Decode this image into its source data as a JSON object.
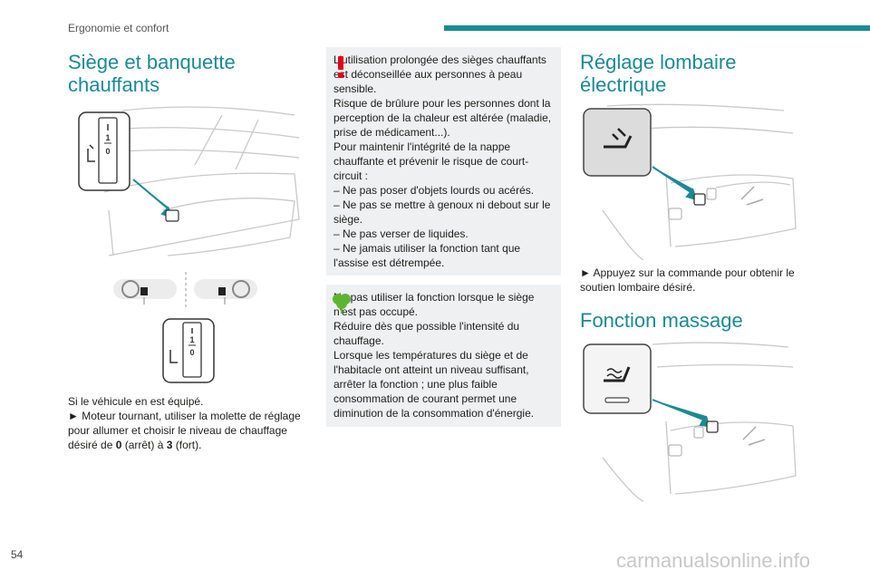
{
  "header": {
    "section": "Ergonomie et confort"
  },
  "page_number": "54",
  "watermark": "carmanualsonline.info",
  "colors": {
    "accent": "#1b8a95",
    "warning": "#e3001b",
    "eco": "#5cb531",
    "box_bg": "#eef0f1"
  },
  "heated": {
    "title": "Siège et banquette chauffants",
    "dial_top": "1",
    "dial_bottom": "0",
    "intro": "Si le véhicule en est équipé.",
    "instr_pre": "► Moteur tournant, utiliser la molette de réglage pour allumer et choisir le niveau de chauffage désiré de ",
    "level_off": "0",
    "mid_off": " (arrêt) à ",
    "level_max": "3",
    "mid_max": " (fort)."
  },
  "warning_box": {
    "icon": "exclamation-icon",
    "line1": "L'utilisation prolongée des sièges chauffants est déconseillée aux personnes à peau sensible.",
    "line2": "Risque de brûlure pour les personnes dont la perception de la chaleur est altérée (maladie, prise de médicament...).",
    "line3": "Pour maintenir l'intégrité de la nappe chauffante et prévenir le risque de court-circuit :",
    "items": [
      "– Ne pas poser d'objets lourds ou acérés.",
      "– Ne pas se mettre à genoux ni debout sur le siège.",
      "– Ne pas verser de liquides.",
      "– Ne jamais utiliser la fonction tant que l'assise est détrempée."
    ]
  },
  "eco_box": {
    "icon": "leaf-icon",
    "line1": "Ne pas utiliser la fonction lorsque le siège n'est pas occupé.",
    "line2": "Réduire dès que possible l'intensité du chauffage.",
    "line3": "Lorsque les températures du siège et de l'habitacle ont atteint un niveau suffisant, arrêter la fonction ; une plus faible consommation de courant permet une diminution de la consommation d'énergie."
  },
  "lumbar": {
    "title": "Réglage lombaire électrique",
    "instruction": "► Appuyez sur la commande pour obtenir le soutien lombaire désiré."
  },
  "massage": {
    "title": "Fonction massage"
  }
}
